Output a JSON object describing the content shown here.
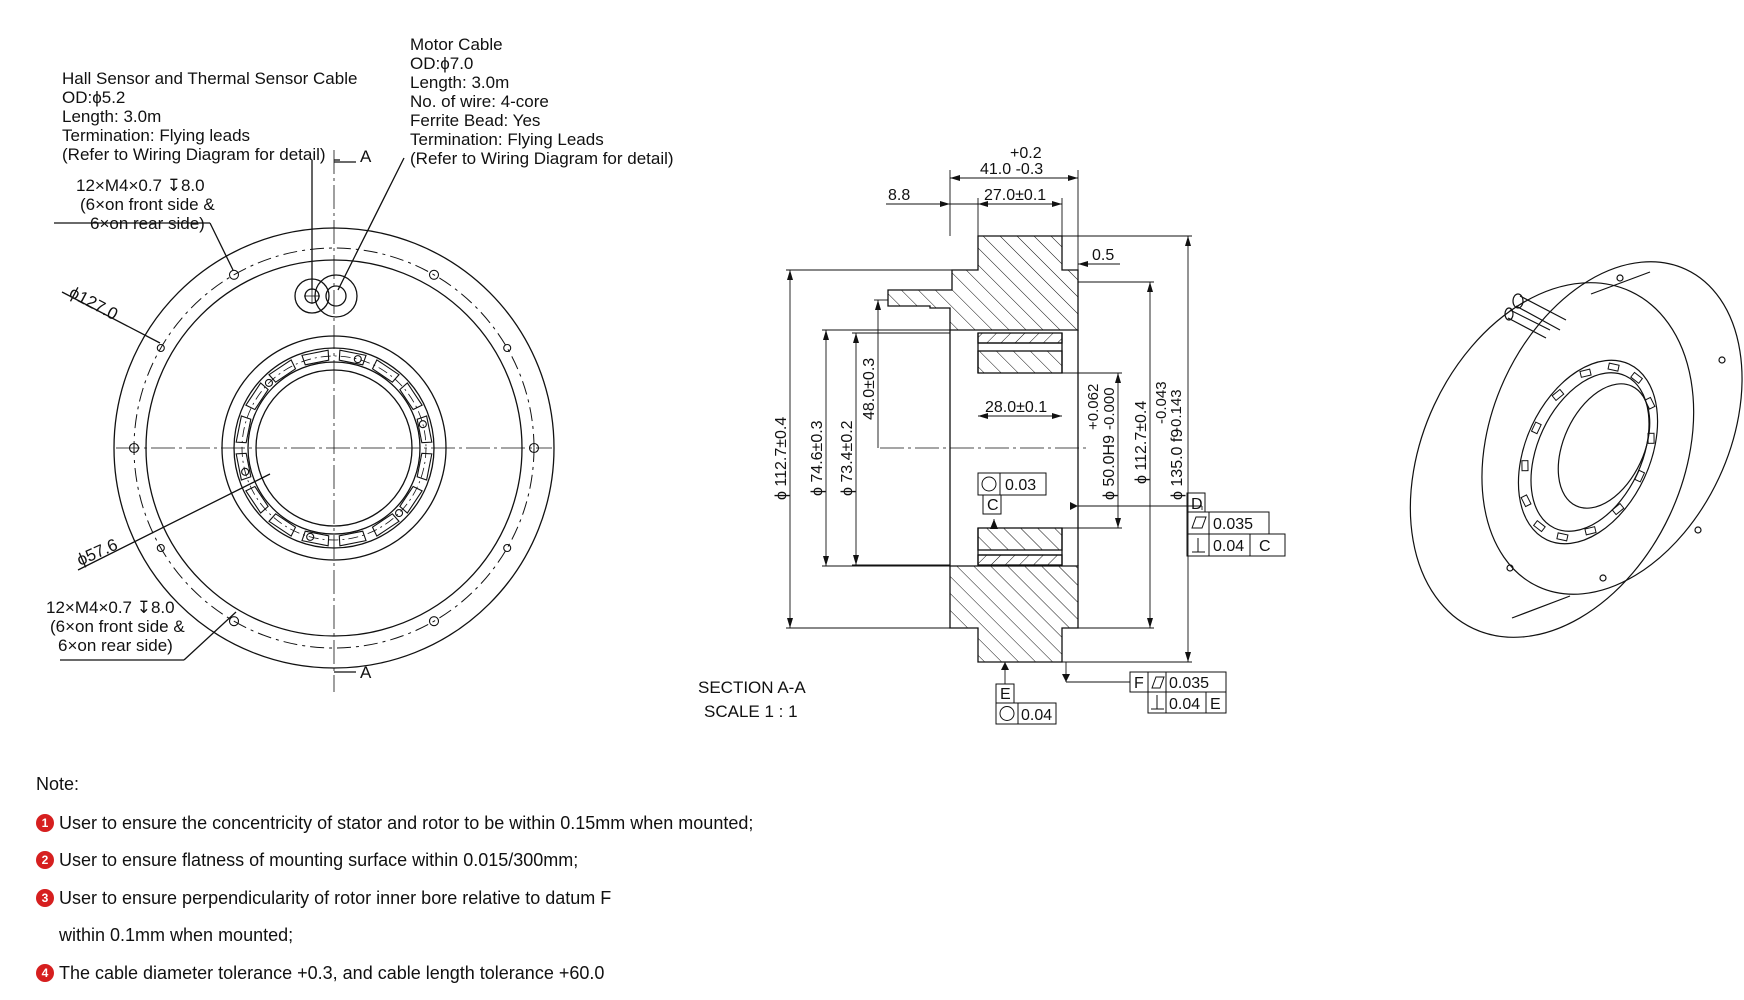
{
  "callouts": {
    "hall_cable": [
      "Hall Sensor and Thermal Sensor Cable",
      "OD:ϕ5.2",
      "Length: 3.0m",
      "Termination: Flying leads",
      "(Refer to Wiring Diagram for detail)"
    ],
    "motor_cable": [
      "Motor Cable",
      "OD:ϕ7.0",
      "Length: 3.0m",
      "No. of wire: 4-core",
      "Ferrite Bead: Yes",
      "Termination: Flying Leads",
      "(Refer to Wiring Diagram for detail)"
    ],
    "tapped_top": [
      "12×M4×0.7 ↧8.0",
      "(6×on front side &",
      "6×on rear side)"
    ],
    "tapped_bottom": [
      "12×M4×0.7 ↧8.0",
      "(6×on front side &",
      "6×on rear side)"
    ],
    "dia_127": "ϕ127.0",
    "dia_576": "ϕ57.6",
    "section_mark": "A"
  },
  "section": {
    "title": "SECTION A-A",
    "scale": "SCALE 1 : 1",
    "dim_41_tol": "+0.2",
    "dim_41": "41.0 -0.3",
    "dim_88": "8.8",
    "dim_27": "27.0±0.1",
    "dim_05": "0.5",
    "dim_28": "28.0±0.1",
    "dim_d1127a": "ϕ 112.7±0.4",
    "dim_d746": "ϕ 74.6±0.3",
    "dim_d734": "ϕ 73.4±0.2",
    "dim_48": "48.0±0.3",
    "dim_d50_tol": "+0.062",
    "dim_d50_tol2": "-0.000",
    "dim_d50": "ϕ 50.0H9",
    "dim_d1127b": "ϕ 112.7±0.4",
    "dim_d135_tol": "-0.043",
    "dim_d135_tol2": "-0.143",
    "dim_d135": "ϕ 135.0 f9",
    "circ_003": "0.03",
    "datum_c": "C",
    "datum_d": "D",
    "flat_0035": "0.035",
    "perp_004": "0.04",
    "perp_ref_c": "C",
    "datum_e": "E",
    "circ_004": "0.04",
    "datum_f": "F",
    "flat_0035b": "0.035",
    "perp_004b": "0.04",
    "perp_ref_e": "E"
  },
  "notes": {
    "title": "Note:",
    "items": [
      {
        "num": "1",
        "text": "User to ensure the concentricity of stator and rotor to be within 0.15mm when mounted;"
      },
      {
        "num": "2",
        "text": "User to ensure flatness of mounting surface within 0.015/300mm;"
      },
      {
        "num": "3",
        "text": "User to ensure perpendicularity of rotor inner bore relative to datum F"
      },
      {
        "num": "",
        "text": "within 0.1mm when mounted;"
      },
      {
        "num": "4",
        "text": "The cable diameter tolerance +0.3, and cable length tolerance +60.0"
      }
    ],
    "badge_color": "#d61f1f"
  }
}
